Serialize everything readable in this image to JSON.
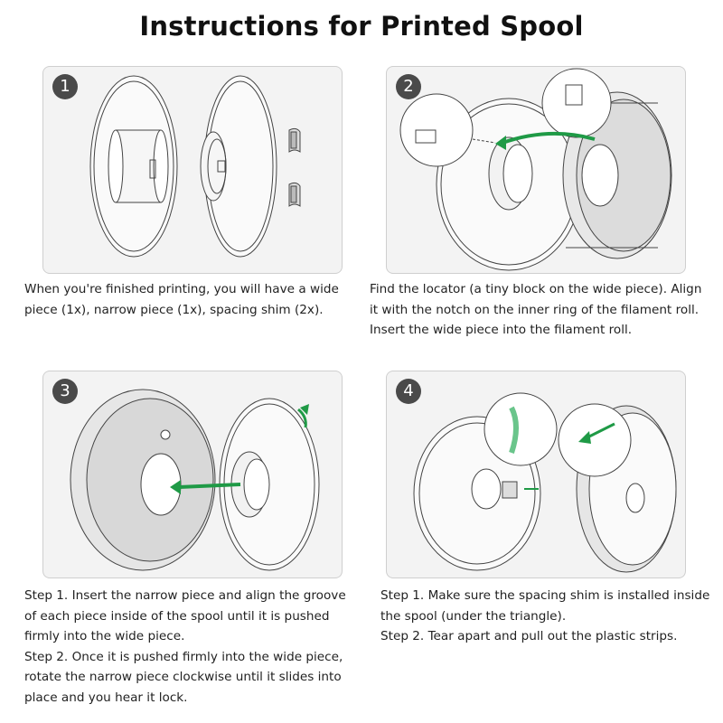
{
  "title": "Instructions for Printed Spool",
  "steps": [
    {
      "number": "1",
      "text": "When you're finished printing, you will have a wide piece (1x), narrow piece (1x), spacing shim (2x)."
    },
    {
      "number": "2",
      "text": "Find the locator (a tiny block on the wide piece). Align it with the notch on the inner ring of the filament roll. Insert the wide piece into the filament roll."
    },
    {
      "number": "3",
      "lines": [
        "Step 1. Insert the narrow piece and align the groove of each piece inside of the spool until it is pushed firmly into the wide piece.",
        "Step 2. Once it is pushed firmly into the wide piece, rotate the narrow piece clockwise until it slides into place and you hear it lock."
      ]
    },
    {
      "number": "4",
      "lines": [
        "Step 1. Make sure the spacing shim is installed inside the spool (under the triangle).",
        "Step 2. Tear apart and pull out the plastic strips."
      ]
    }
  ],
  "colors": {
    "arrow": "#1f9a46",
    "badge": "#4a4a4a",
    "panel": "#f3f3f3"
  }
}
